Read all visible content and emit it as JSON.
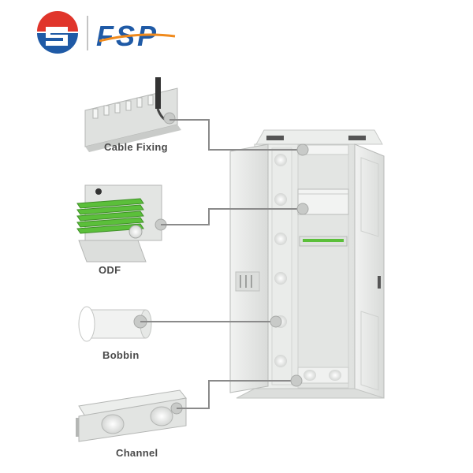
{
  "brand": {
    "logo_text": "FSP"
  },
  "components": [
    {
      "label": "Cable Fixing"
    },
    {
      "label": "ODF"
    },
    {
      "label": "Bobbin"
    },
    {
      "label": "Channel"
    }
  ],
  "colors": {
    "logo_red": "#e0352b",
    "logo_blue": "#1f5aa6",
    "logo_orange": "#f08a1c",
    "connector_line": "#8a8a8a",
    "cabinet_fill": "#e6e8e6",
    "fiber_green": "#5bbf3a"
  }
}
